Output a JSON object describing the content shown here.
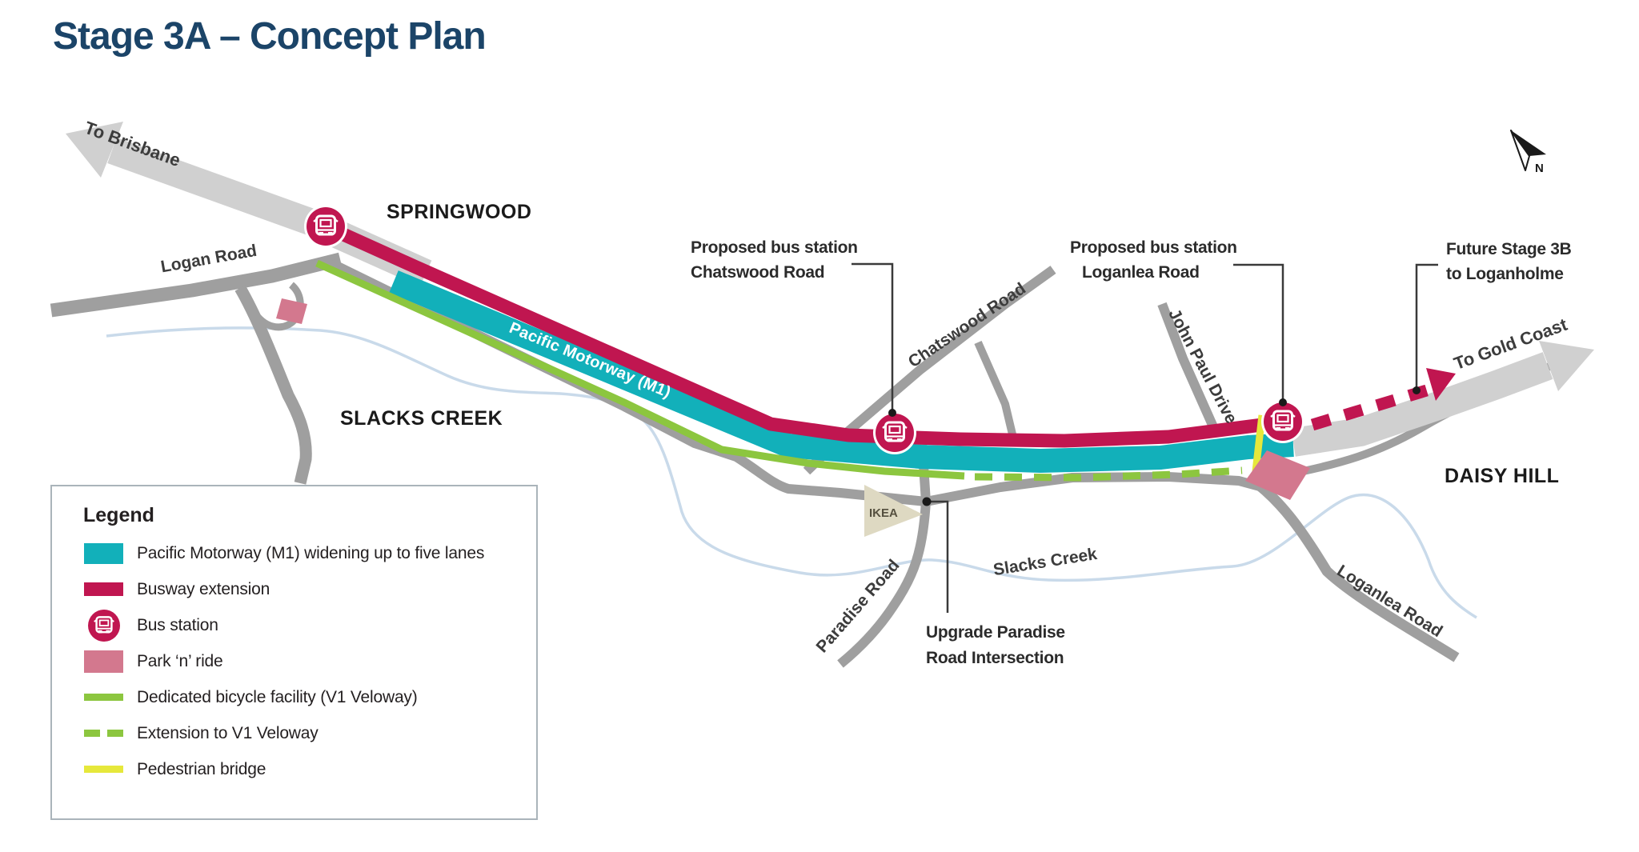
{
  "page_title": "Stage 3A – Concept Plan",
  "map_labels": {
    "to_brisbane": "To Brisbane",
    "to_gold_coast": "To Gold Coast",
    "springwood": "SPRINGWOOD",
    "slacks_creek_suburb": "SLACKS CREEK",
    "daisy_hill": "DAISY HILL",
    "logan_road": "Logan Road",
    "chatswood_road": "Chatswood Road",
    "john_paul_drive": "John Paul Drive",
    "paradise_road": "Paradise Road",
    "loganlea_road": "Loganlea Road",
    "slacks_creek_waterway": "Slacks Creek",
    "pacific_motorway": "Pacific Motorway (M1)",
    "ikea": "IKEA",
    "north": "N"
  },
  "callouts": {
    "chatswood_station": {
      "line1": "Proposed bus station",
      "line2": "Chatswood Road"
    },
    "loganlea_station": {
      "line1": "Proposed bus station",
      "line2": "Loganlea Road"
    },
    "future_stage_3b": {
      "line1": "Future Stage 3B",
      "line2": "to Loganholme"
    },
    "paradise_intersection": {
      "line1": "Upgrade Paradise",
      "line2": "Road Intersection"
    }
  },
  "legend": {
    "title": "Legend",
    "items": [
      {
        "id": "motorway-widening",
        "label": "Pacific Motorway (M1) widening up to five lanes",
        "color": "#12b0ba"
      },
      {
        "id": "busway-extension",
        "label": "Busway extension",
        "color": "#c01650"
      },
      {
        "id": "bus-station",
        "label": "Bus station",
        "color": "#c01650"
      },
      {
        "id": "park-n-ride",
        "label": "Park ‘n’ ride",
        "color": "#d3788e"
      },
      {
        "id": "bicycle-facility",
        "label": "Dedicated bicycle facility (V1 Veloway)",
        "color": "#8cc63f"
      },
      {
        "id": "veloway-extension",
        "label": "Extension to V1 Veloway",
        "color": "#8cc63f"
      },
      {
        "id": "pedestrian-bridge",
        "label": "Pedestrian bridge",
        "color": "#e6e83b"
      }
    ]
  },
  "colors": {
    "title_navy": "#1b4468",
    "motorway_teal": "#12b0ba",
    "busway_crimson": "#c01650",
    "veloway_green": "#8cc63f",
    "pedestrian_yellow": "#e6e83b",
    "park_n_ride_pink": "#d3788e",
    "road_gray": "#9f9f9f",
    "existing_motorway_gray": "#d0d0d0",
    "creek_blue": "#c9daea",
    "ikea_beige": "#ded9c2",
    "label_dark": "#231f20"
  }
}
